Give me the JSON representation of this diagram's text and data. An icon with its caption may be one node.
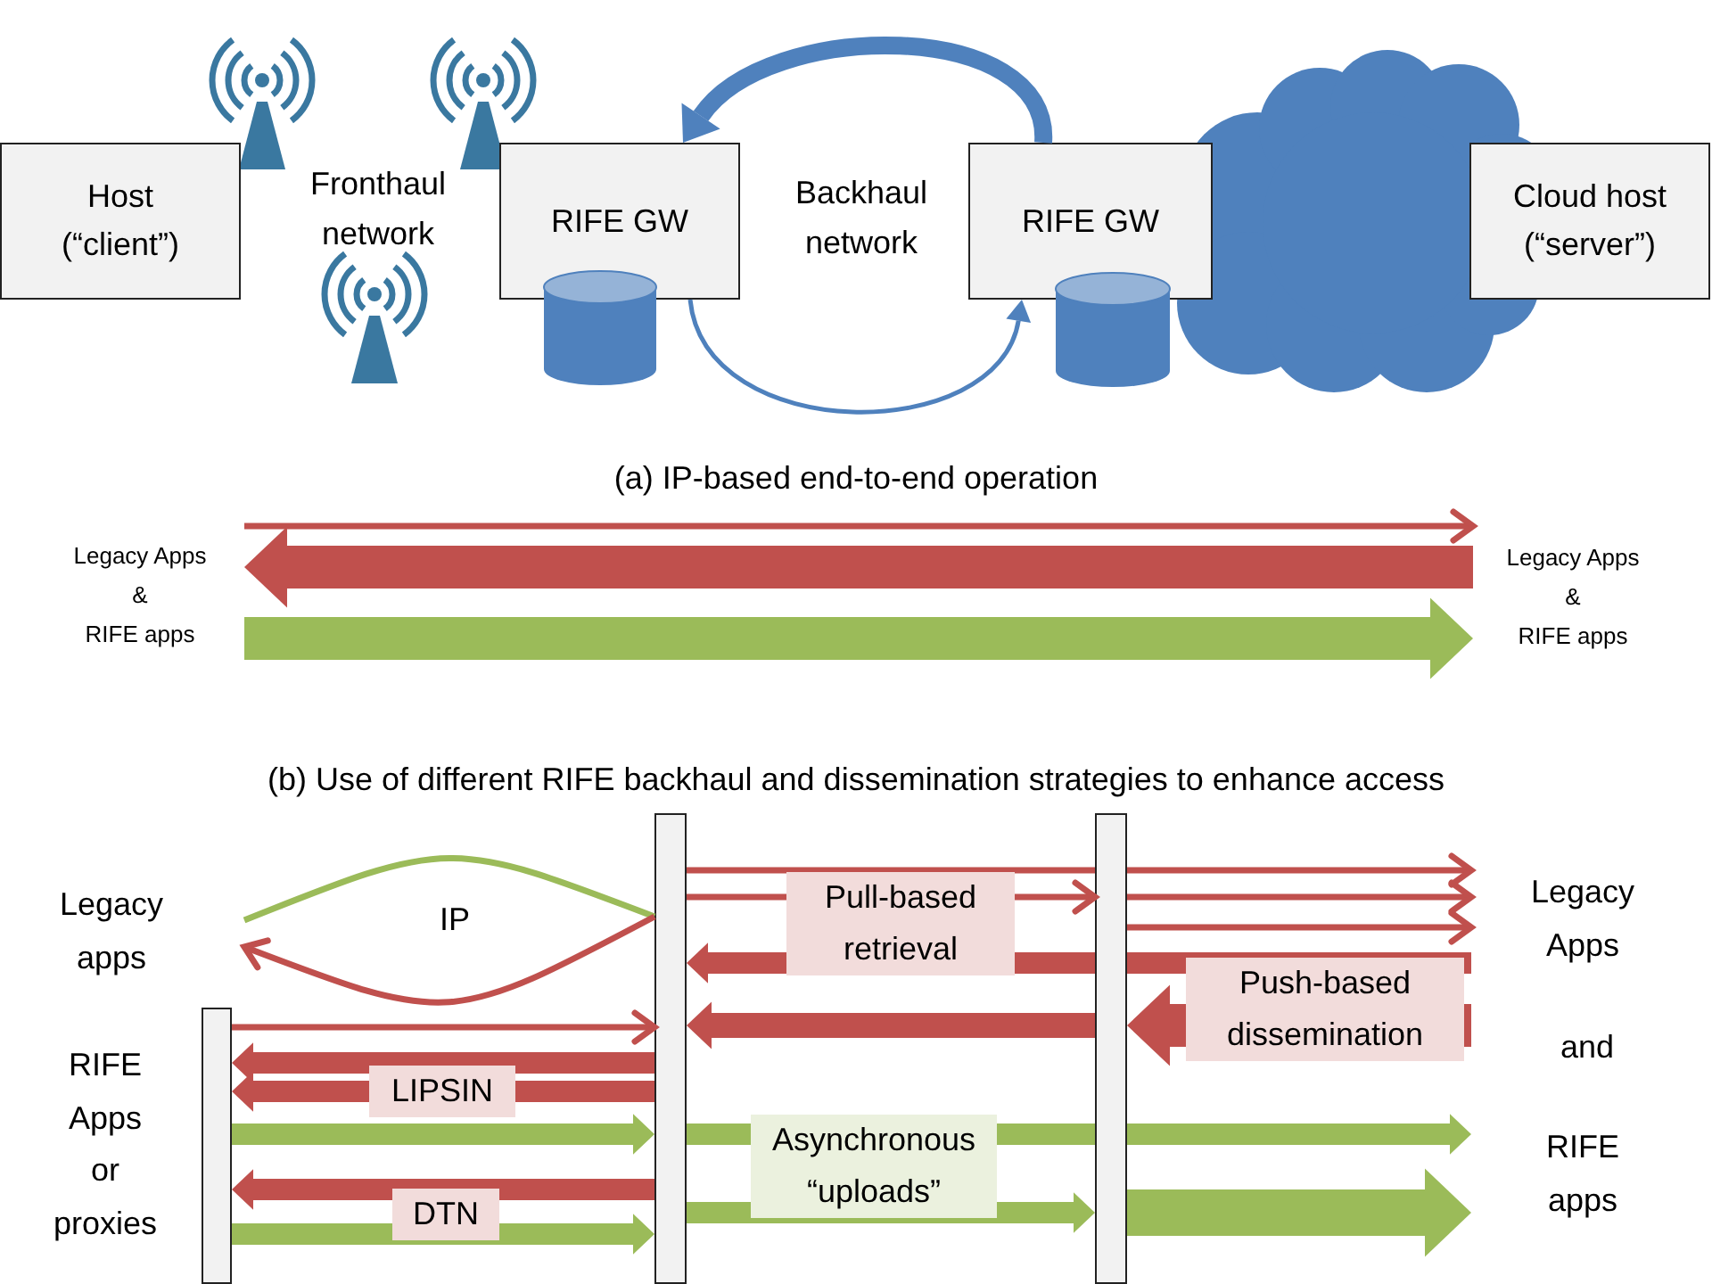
{
  "diagram": {
    "nodes": [
      {
        "text": [
          "Host (“client”)"
        ]
      },
      {
        "text": [
          "RIFE GW"
        ]
      },
      {
        "text": [
          "RIFE GW"
        ]
      },
      {
        "text": [
          "Cloud host (“server”)"
        ]
      },
      {
        "text": [
          "Legacy Apps",
          "&",
          "RIFE apps"
        ]
      },
      {
        "text": [
          "Legacy Apps",
          "&",
          "RIFE apps"
        ]
      },
      {
        "text": [
          "Legacy apps"
        ]
      },
      {
        "text": [
          "RIFE Apps or proxies"
        ]
      },
      {
        "text": [],
        "shape": "bar"
      },
      {
        "text": [],
        "shape": "bar"
      },
      {
        "text": [],
        "shape": "bar"
      },
      {
        "text": [
          "Legacy Apps"
        ]
      },
      {
        "text": [
          "RIFE apps"
        ]
      }
    ],
    "edges": [
      {
        "from": 2,
        "to": 1,
        "arrow": "to",
        "color": "#4f81bd"
      },
      {
        "from": 1,
        "to": 2,
        "arrow": "to",
        "color": "#4f81bd"
      },
      {
        "from": 4,
        "to": 5,
        "arrow": "to"
      },
      {
        "from": 5,
        "to": 4,
        "arrow": "to",
        "style": "thick"
      },
      {
        "from": 4,
        "to": 5,
        "arrow": "to",
        "style": "thick",
        "color": "#9bbb59"
      },
      {
        "from": 6,
        "to": 9,
        "arrow": "none",
        "label": "IP",
        "color": "#9bbb59"
      },
      {
        "from": 9,
        "to": 6,
        "arrow": "to"
      },
      {
        "from": 9,
        "to": 10,
        "arrow": "none"
      },
      {
        "from": 10,
        "to": 11,
        "arrow": "to"
      },
      {
        "from": 9,
        "to": 10,
        "arrow": "to",
        "label": "Pull-based retrieval"
      },
      {
        "from": 10,
        "to": 11,
        "arrow": "to"
      },
      {
        "from": 10,
        "to": 11,
        "arrow": "to"
      },
      {
        "from": 11,
        "to": 10,
        "arrow": "none"
      },
      {
        "from": 10,
        "to": 9,
        "arrow": "to"
      },
      {
        "from": 10,
        "to": 9,
        "arrow": "to"
      },
      {
        "from": 11,
        "to": 10,
        "arrow": "to",
        "style": "thick",
        "label": "Push-based dissemination"
      },
      {
        "from": 8,
        "to": 9,
        "arrow": "to"
      },
      {
        "from": 9,
        "to": 8,
        "arrow": "to"
      },
      {
        "from": 9,
        "to": 8,
        "arrow": "to",
        "label": "LIPSIN"
      },
      {
        "from": 8,
        "to": 9,
        "arrow": "to",
        "color": "#9bbb59"
      },
      {
        "from": 9,
        "to": 10,
        "arrow": "none",
        "color": "#9bbb59",
        "label": "Asynchronous “uploads”"
      },
      {
        "from": 10,
        "to": 12,
        "arrow": "to",
        "color": "#9bbb59"
      },
      {
        "from": 9,
        "to": 8,
        "arrow": "to",
        "label": "DTN"
      },
      {
        "from": 8,
        "to": 9,
        "arrow": "to",
        "color": "#9bbb59"
      },
      {
        "from": 9,
        "to": 10,
        "arrow": "to",
        "color": "#9bbb59"
      },
      {
        "from": 10,
        "to": 12,
        "arrow": "to",
        "style": "thick",
        "color": "#9bbb59"
      }
    ],
    "labels": [
      "Fronthaul network",
      "Backhaul network",
      "(a) IP-based end-to-end operation",
      "(b) Use of different RIFE backhaul and dissemination strategies to enhance access",
      "and"
    ]
  }
}
